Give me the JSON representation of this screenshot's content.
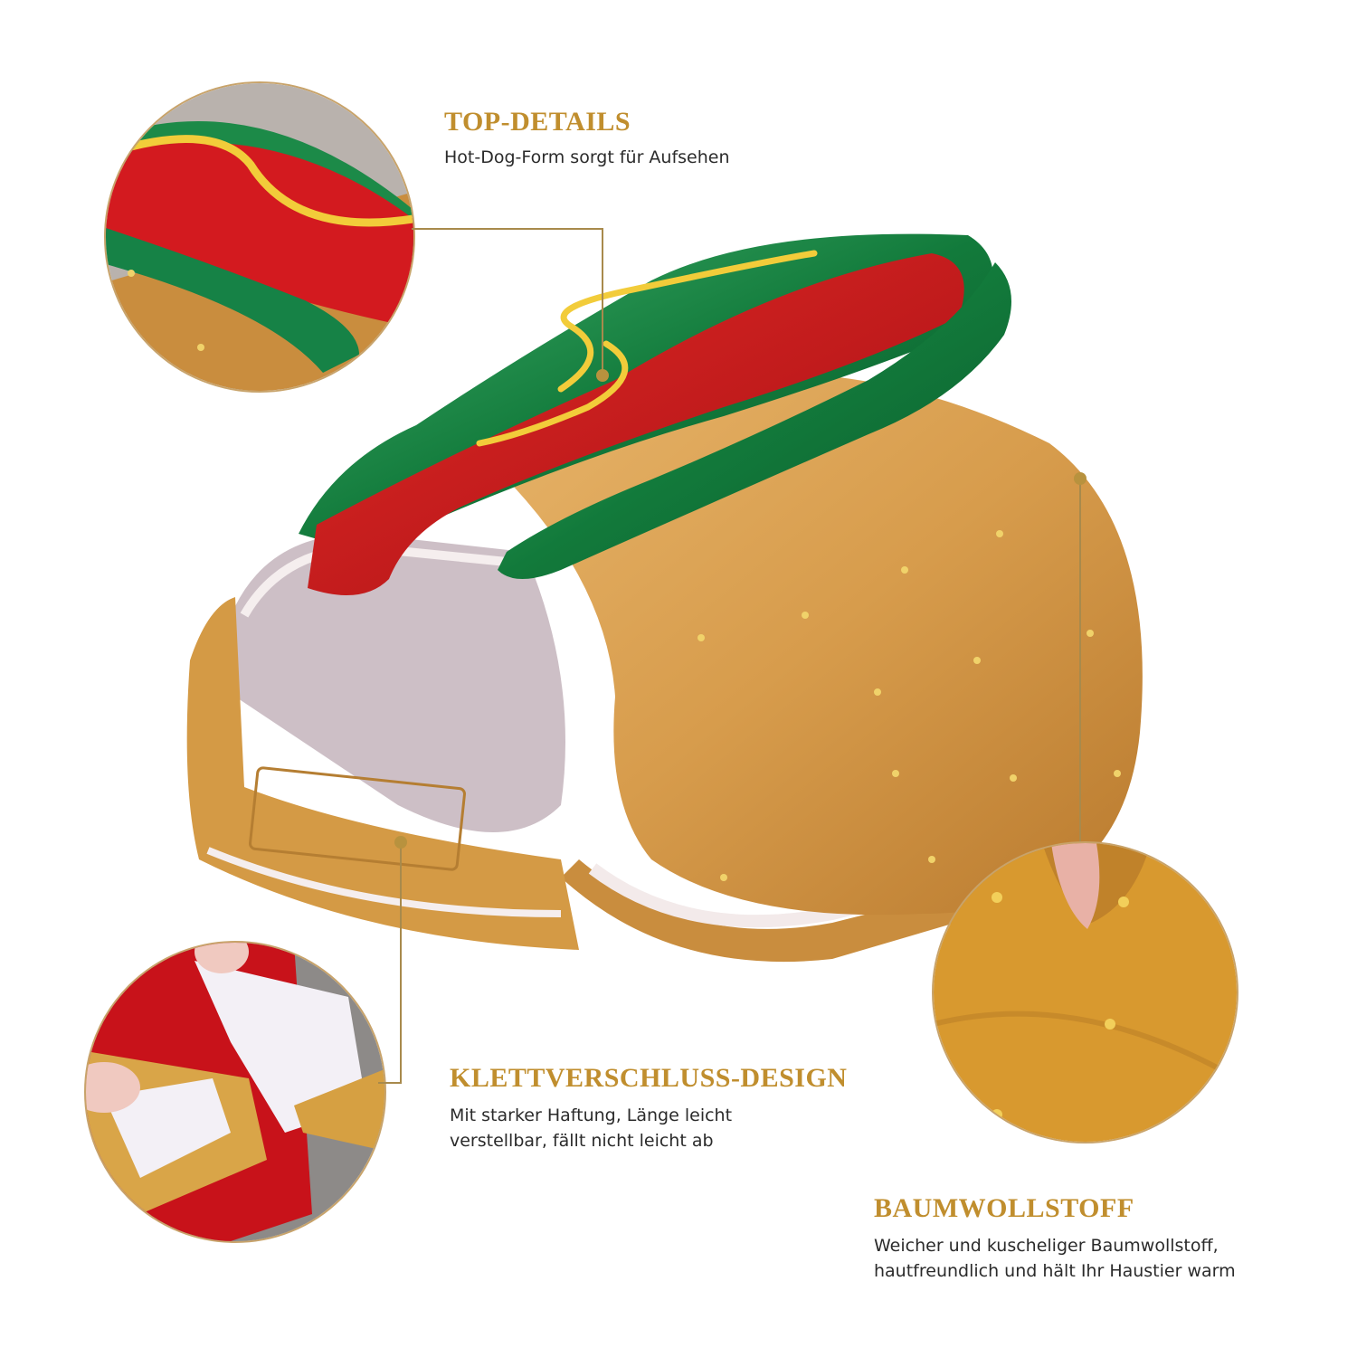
{
  "callouts": [
    {
      "id": "top-details",
      "heading": "TOP-DETAILS",
      "lines": [
        "Hot-Dog-Form sorgt für Aufsehen"
      ]
    },
    {
      "id": "velcro-design",
      "heading": "KLETTVERSCHLUSS-DESIGN",
      "lines": [
        "Mit starker Haftung, Länge leicht",
        "verstellbar, fällt nicht leicht ab"
      ]
    },
    {
      "id": "cotton-fabric",
      "heading": "BAUMWOLLSTOFF",
      "lines": [
        "Weicher und kuscheliger Baumwollstoff,",
        "hautfreundlich und hält Ihr Haustier warm"
      ]
    }
  ],
  "colors": {
    "accent_gold": "#c08e2e",
    "leader_line": "#a88a4c",
    "text_dark": "#2b2b2b",
    "bun": "#d49a45",
    "sausage": "#c8161c",
    "mustard": "#f2cc3a",
    "lettuce": "#1f8a4a"
  },
  "images": {
    "main_product": "hot-dog-pet-costume",
    "detail_top": "sausage-mustard-closeup",
    "detail_velcro": "velcro-strap-closeup",
    "detail_fabric": "cotton-fabric-closeup"
  }
}
